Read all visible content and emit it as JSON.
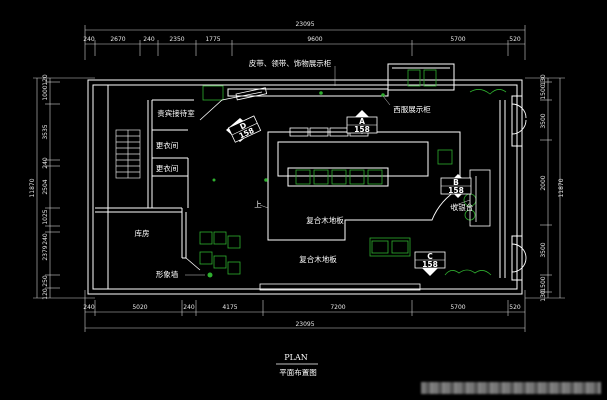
{
  "dims": {
    "overall_top": "23095",
    "overall_bottom": "23095",
    "top": [
      "240",
      "2670",
      "240",
      "2350",
      "1775",
      "9600",
      "5700",
      "520"
    ],
    "bottom": [
      "240",
      "5020",
      "240",
      "4175",
      "7200",
      "5700",
      "520"
    ],
    "left_total": "11870",
    "right_total": "11870",
    "left": [
      "120",
      "1000",
      "3535",
      "240",
      "2504",
      "1025",
      "240",
      "2379",
      "250",
      "120"
    ],
    "right": [
      "130",
      "1500",
      "3500",
      "2000",
      "3500",
      "1500",
      "130"
    ]
  },
  "labels": {
    "display_rack": "皮带、领带、饰物展示柜",
    "vip_room": "贵宾接待室",
    "fitting_1": "更衣间",
    "fitting_2": "更衣间",
    "suit_rack": "西服展示柜",
    "up": "上",
    "floor_1": "复合木地板",
    "floor_2": "复合木地板",
    "cashier": "收银台",
    "storage": "库房",
    "image_wall": "形象墙"
  },
  "markers": [
    {
      "letter": "A",
      "num": "158"
    },
    {
      "letter": "B",
      "num": "158"
    },
    {
      "letter": "C",
      "num": "158"
    },
    {
      "letter": "D",
      "num": "158"
    }
  ],
  "title": {
    "en": "PLAN",
    "cn": "平面布置图"
  },
  "colors": {
    "background": "#000000",
    "wall": "#ffffff",
    "dimension": "#e8e8e8",
    "furniture": "#2fae2f"
  }
}
